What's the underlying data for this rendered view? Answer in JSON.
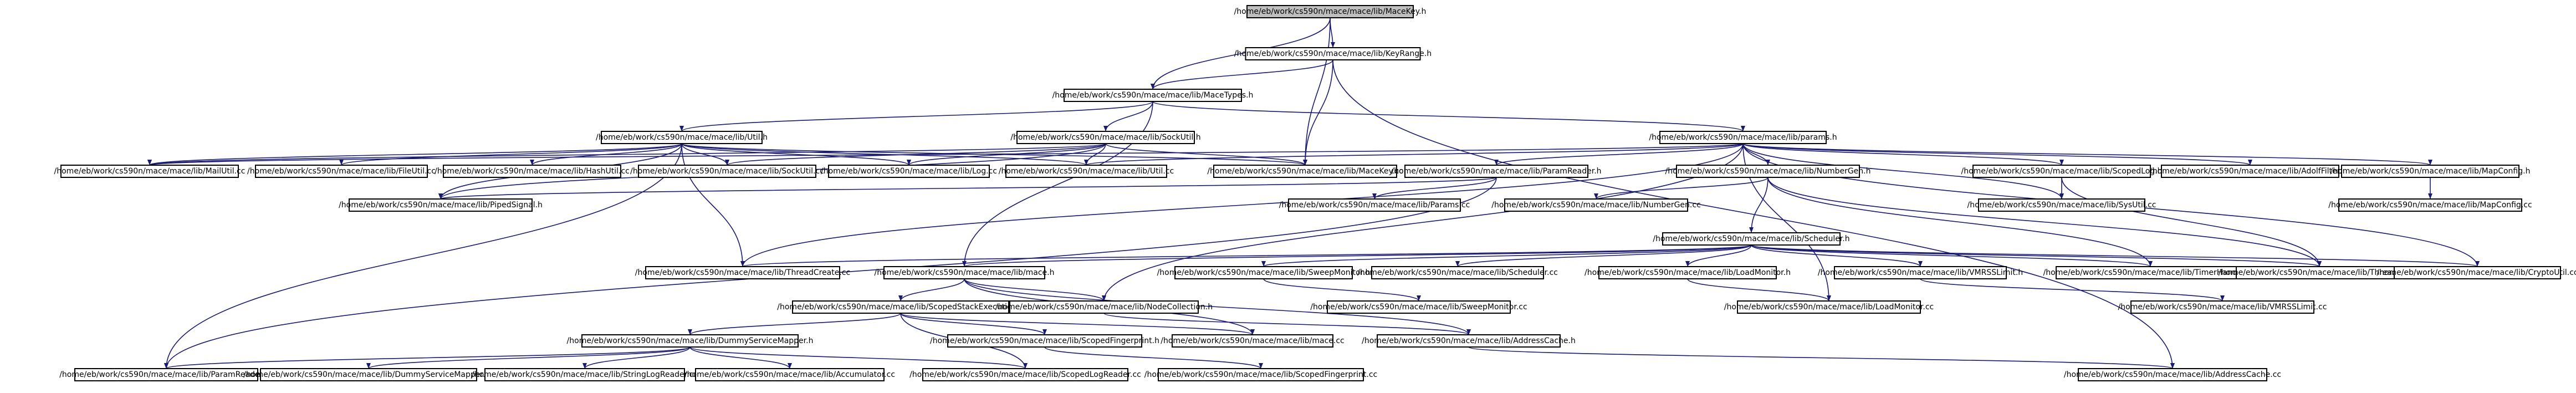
{
  "graph": {
    "root": "/home/eb/work/cs590n/mace/mace/lib/MaceKey.h",
    "nodes": [
      {
        "id": "macekey_h",
        "label": "/home/eb/work/cs590n/mace/mace/lib/MaceKey.h",
        "root": true
      },
      {
        "id": "keyrange_h",
        "label": "/home/eb/work/cs590n/mace/mace/lib/KeyRange.h"
      },
      {
        "id": "macetypes_h",
        "label": "/home/eb/work/cs590n/mace/mace/lib/MaceTypes.h"
      },
      {
        "id": "util_h",
        "label": "/home/eb/work/cs590n/mace/mace/lib/Util.h"
      },
      {
        "id": "sockutil_h",
        "label": "/home/eb/work/cs590n/mace/mace/lib/SockUtil.h"
      },
      {
        "id": "params_h",
        "label": "/home/eb/work/cs590n/mace/mace/lib/params.h"
      },
      {
        "id": "mailutil_cc",
        "label": "/home/eb/work/cs590n/mace/mace/lib/MailUtil.cc"
      },
      {
        "id": "fileutil_cc",
        "label": "/home/eb/work/cs590n/mace/mace/lib/FileUtil.cc"
      },
      {
        "id": "hashutil_cc",
        "label": "/home/eb/work/cs590n/mace/mace/lib/HashUtil.cc"
      },
      {
        "id": "sockutil_cc",
        "label": "/home/eb/work/cs590n/mace/mace/lib/SockUtil.cc"
      },
      {
        "id": "log_cc",
        "label": "/home/eb/work/cs590n/mace/mace/lib/Log.cc"
      },
      {
        "id": "util_cc",
        "label": "/home/eb/work/cs590n/mace/mace/lib/Util.cc"
      },
      {
        "id": "macekey_cc",
        "label": "/home/eb/work/cs590n/mace/mace/lib/MaceKey.cc"
      },
      {
        "id": "paramreader_h",
        "label": "/home/eb/work/cs590n/mace/mace/lib/ParamReader.h"
      },
      {
        "id": "numbergen_h",
        "label": "/home/eb/work/cs590n/mace/mace/lib/NumberGen.h"
      },
      {
        "id": "scopedlog_h",
        "label": "/home/eb/work/cs590n/mace/mace/lib/ScopedLog.h"
      },
      {
        "id": "adoltfilter_cc",
        "label": "/home/eb/work/cs590n/mace/mace/lib/AdolfFilter.cc"
      },
      {
        "id": "mapconfig_h",
        "label": "/home/eb/work/cs590n/mace/mace/lib/MapConfig.h"
      },
      {
        "id": "pipedsignal_h",
        "label": "/home/eb/work/cs590n/mace/mace/lib/PipedSignal.h"
      },
      {
        "id": "params_cc",
        "label": "/home/eb/work/cs590n/mace/mace/lib/Params.cc"
      },
      {
        "id": "numbergen_cc",
        "label": "/home/eb/work/cs590n/mace/mace/lib/NumberGen.cc"
      },
      {
        "id": "sysutil_cc",
        "label": "/home/eb/work/cs590n/mace/mace/lib/SysUtil.cc"
      },
      {
        "id": "mapconfig_cc",
        "label": "/home/eb/work/cs590n/mace/mace/lib/MapConfig.cc"
      },
      {
        "id": "scheduler_h",
        "label": "/home/eb/work/cs590n/mace/mace/lib/Scheduler.h"
      },
      {
        "id": "threadcreate_cc",
        "label": "/home/eb/work/cs590n/mace/mace/lib/ThreadCreate.cc"
      },
      {
        "id": "mace_h",
        "label": "/home/eb/work/cs590n/mace/mace/lib/mace.h"
      },
      {
        "id": "sweepmonitor_h",
        "label": "/home/eb/work/cs590n/mace/mace/lib/SweepMonitor.h"
      },
      {
        "id": "scheduler_cc",
        "label": "/home/eb/work/cs590n/mace/mace/lib/Scheduler.cc"
      },
      {
        "id": "loadmonitor_h",
        "label": "/home/eb/work/cs590n/mace/mace/lib/LoadMonitor.h"
      },
      {
        "id": "vmrsslimit_h",
        "label": "/home/eb/work/cs590n/mace/mace/lib/VMRSSLimit.h"
      },
      {
        "id": "timerhandler_cc",
        "label": "/home/eb/work/cs590n/mace/mace/lib/TimerHandler.cc"
      },
      {
        "id": "threadpool_h",
        "label": "/home/eb/work/cs590n/mace/mace/lib/ThreadPool.h"
      },
      {
        "id": "cryptoutil_cc",
        "label": "/home/eb/work/cs590n/mace/mace/lib/CryptoUtil.cc"
      },
      {
        "id": "scopedstackexecution_h",
        "label": "/home/eb/work/cs590n/mace/mace/lib/ScopedStackExecution.h"
      },
      {
        "id": "nodecollection_h",
        "label": "/home/eb/work/cs590n/mace/mace/lib/NodeCollection.h"
      },
      {
        "id": "sweepmonitor_cc",
        "label": "/home/eb/work/cs590n/mace/mace/lib/SweepMonitor.cc"
      },
      {
        "id": "loadmonitor_cc",
        "label": "/home/eb/work/cs590n/mace/mace/lib/LoadMonitor.cc"
      },
      {
        "id": "vmrsslimit_cc",
        "label": "/home/eb/work/cs590n/mace/mace/lib/VMRSSLimit.cc"
      },
      {
        "id": "dummyservicemapper_h",
        "label": "/home/eb/work/cs590n/mace/mace/lib/DummyServiceMapper.h"
      },
      {
        "id": "scopedfingerprint_h",
        "label": "/home/eb/work/cs590n/mace/mace/lib/ScopedFingerprint.h"
      },
      {
        "id": "mace_cc",
        "label": "/home/eb/work/cs590n/mace/mace/lib/mace.cc"
      },
      {
        "id": "addresscache_h",
        "label": "/home/eb/work/cs590n/mace/mace/lib/AddressCache.h"
      },
      {
        "id": "paramreader_cc",
        "label": "/home/eb/work/cs590n/mace/mace/lib/ParamReader.cc"
      },
      {
        "id": "dummyservicemapper_cc",
        "label": "/home/eb/work/cs590n/mace/mace/lib/DummyServiceMapper.cc"
      },
      {
        "id": "stringlogreader_cc",
        "label": "/home/eb/work/cs590n/mace/mace/lib/StringLogReader.cc"
      },
      {
        "id": "accumulator_cc",
        "label": "/home/eb/work/cs590n/mace/mace/lib/Accumulator.cc"
      },
      {
        "id": "scopedlogreader_cc",
        "label": "/home/eb/work/cs590n/mace/mace/lib/ScopedLogReader.cc"
      },
      {
        "id": "scopedfingerprint_cc",
        "label": "/home/eb/work/cs590n/mace/mace/lib/ScopedFingerprint.cc"
      },
      {
        "id": "addresscache_cc",
        "label": "/home/eb/work/cs590n/mace/mace/lib/AddressCache.cc"
      }
    ],
    "edges": [
      [
        "macekey_h",
        "keyrange_h"
      ],
      [
        "macekey_h",
        "macetypes_h"
      ],
      [
        "macekey_h",
        "macekey_cc"
      ],
      [
        "keyrange_h",
        "macetypes_h"
      ],
      [
        "keyrange_h",
        "macekey_cc"
      ],
      [
        "keyrange_h",
        "addresscache_cc"
      ],
      [
        "macetypes_h",
        "util_h"
      ],
      [
        "macetypes_h",
        "sockutil_h"
      ],
      [
        "macetypes_h",
        "params_h"
      ],
      [
        "macetypes_h",
        "mace_h"
      ],
      [
        "util_h",
        "mailutil_cc"
      ],
      [
        "util_h",
        "fileutil_cc"
      ],
      [
        "util_h",
        "hashutil_cc"
      ],
      [
        "util_h",
        "sockutil_cc"
      ],
      [
        "util_h",
        "log_cc"
      ],
      [
        "util_h",
        "util_cc"
      ],
      [
        "util_h",
        "macekey_cc"
      ],
      [
        "util_h",
        "pipedsignal_h"
      ],
      [
        "util_h",
        "threadcreate_cc"
      ],
      [
        "util_h",
        "paramreader_cc"
      ],
      [
        "sockutil_h",
        "sockutil_cc"
      ],
      [
        "sockutil_h",
        "log_cc"
      ],
      [
        "sockutil_h",
        "util_cc"
      ],
      [
        "sockutil_h",
        "macekey_cc"
      ],
      [
        "sockutil_h",
        "pipedsignal_h"
      ],
      [
        "sockutil_h",
        "mailutil_cc"
      ],
      [
        "params_h",
        "mailutil_cc"
      ],
      [
        "params_h",
        "paramreader_h"
      ],
      [
        "params_h",
        "numbergen_h"
      ],
      [
        "params_h",
        "scopedlog_h"
      ],
      [
        "params_h",
        "adoltfilter_cc"
      ],
      [
        "params_h",
        "mapconfig_h"
      ],
      [
        "params_h",
        "threadcreate_cc"
      ],
      [
        "params_h",
        "cryptoutil_cc"
      ],
      [
        "params_h",
        "nodecollection_h"
      ],
      [
        "params_h",
        "loadmonitor_cc"
      ],
      [
        "params_h",
        "sysutil_cc"
      ],
      [
        "params_h",
        "util_cc"
      ],
      [
        "paramreader_h",
        "params_cc"
      ],
      [
        "paramreader_h",
        "pipedsignal_h"
      ],
      [
        "paramreader_h",
        "paramreader_cc"
      ],
      [
        "numbergen_h",
        "numbergen_cc"
      ],
      [
        "numbergen_h",
        "scheduler_h"
      ],
      [
        "numbergen_h",
        "timerhandler_cc"
      ],
      [
        "numbergen_h",
        "threadpool_h"
      ],
      [
        "scopedlog_h",
        "sysutil_cc"
      ],
      [
        "scopedlog_h",
        "threadpool_h"
      ],
      [
        "mapconfig_h",
        "mapconfig_cc"
      ],
      [
        "scheduler_h",
        "threadcreate_cc"
      ],
      [
        "scheduler_h",
        "mace_h"
      ],
      [
        "scheduler_h",
        "sweepmonitor_h"
      ],
      [
        "scheduler_h",
        "scheduler_cc"
      ],
      [
        "scheduler_h",
        "loadmonitor_h"
      ],
      [
        "scheduler_h",
        "vmrsslimit_h"
      ],
      [
        "scheduler_h",
        "timerhandler_cc"
      ],
      [
        "scheduler_h",
        "threadpool_h"
      ],
      [
        "scheduler_h",
        "cryptoutil_cc"
      ],
      [
        "mace_h",
        "scopedstackexecution_h"
      ],
      [
        "mace_h",
        "nodecollection_h"
      ],
      [
        "mace_h",
        "mace_cc"
      ],
      [
        "mace_h",
        "addresscache_h"
      ],
      [
        "sweepmonitor_h",
        "sweepmonitor_cc"
      ],
      [
        "loadmonitor_h",
        "loadmonitor_cc"
      ],
      [
        "vmrsslimit_h",
        "vmrsslimit_cc"
      ],
      [
        "scopedstackexecution_h",
        "dummyservicemapper_h"
      ],
      [
        "scopedstackexecution_h",
        "scopedfingerprint_h"
      ],
      [
        "scopedstackexecution_h",
        "mace_cc"
      ],
      [
        "scopedstackexecution_h",
        "scopedlogreader_cc"
      ],
      [
        "nodecollection_h",
        "addresscache_h"
      ],
      [
        "dummyservicemapper_h",
        "paramreader_cc"
      ],
      [
        "dummyservicemapper_h",
        "dummyservicemapper_cc"
      ],
      [
        "dummyservicemapper_h",
        "stringlogreader_cc"
      ],
      [
        "dummyservicemapper_h",
        "accumulator_cc"
      ],
      [
        "dummyservicemapper_h",
        "scopedlogreader_cc"
      ],
      [
        "scopedfingerprint_h",
        "scopedfingerprint_cc"
      ],
      [
        "addresscache_h",
        "addresscache_cc"
      ]
    ]
  },
  "colors": {
    "edge": "#191970",
    "node_border": "#000000",
    "root_fill": "#bfbfbf",
    "node_fill": "#ffffff"
  }
}
